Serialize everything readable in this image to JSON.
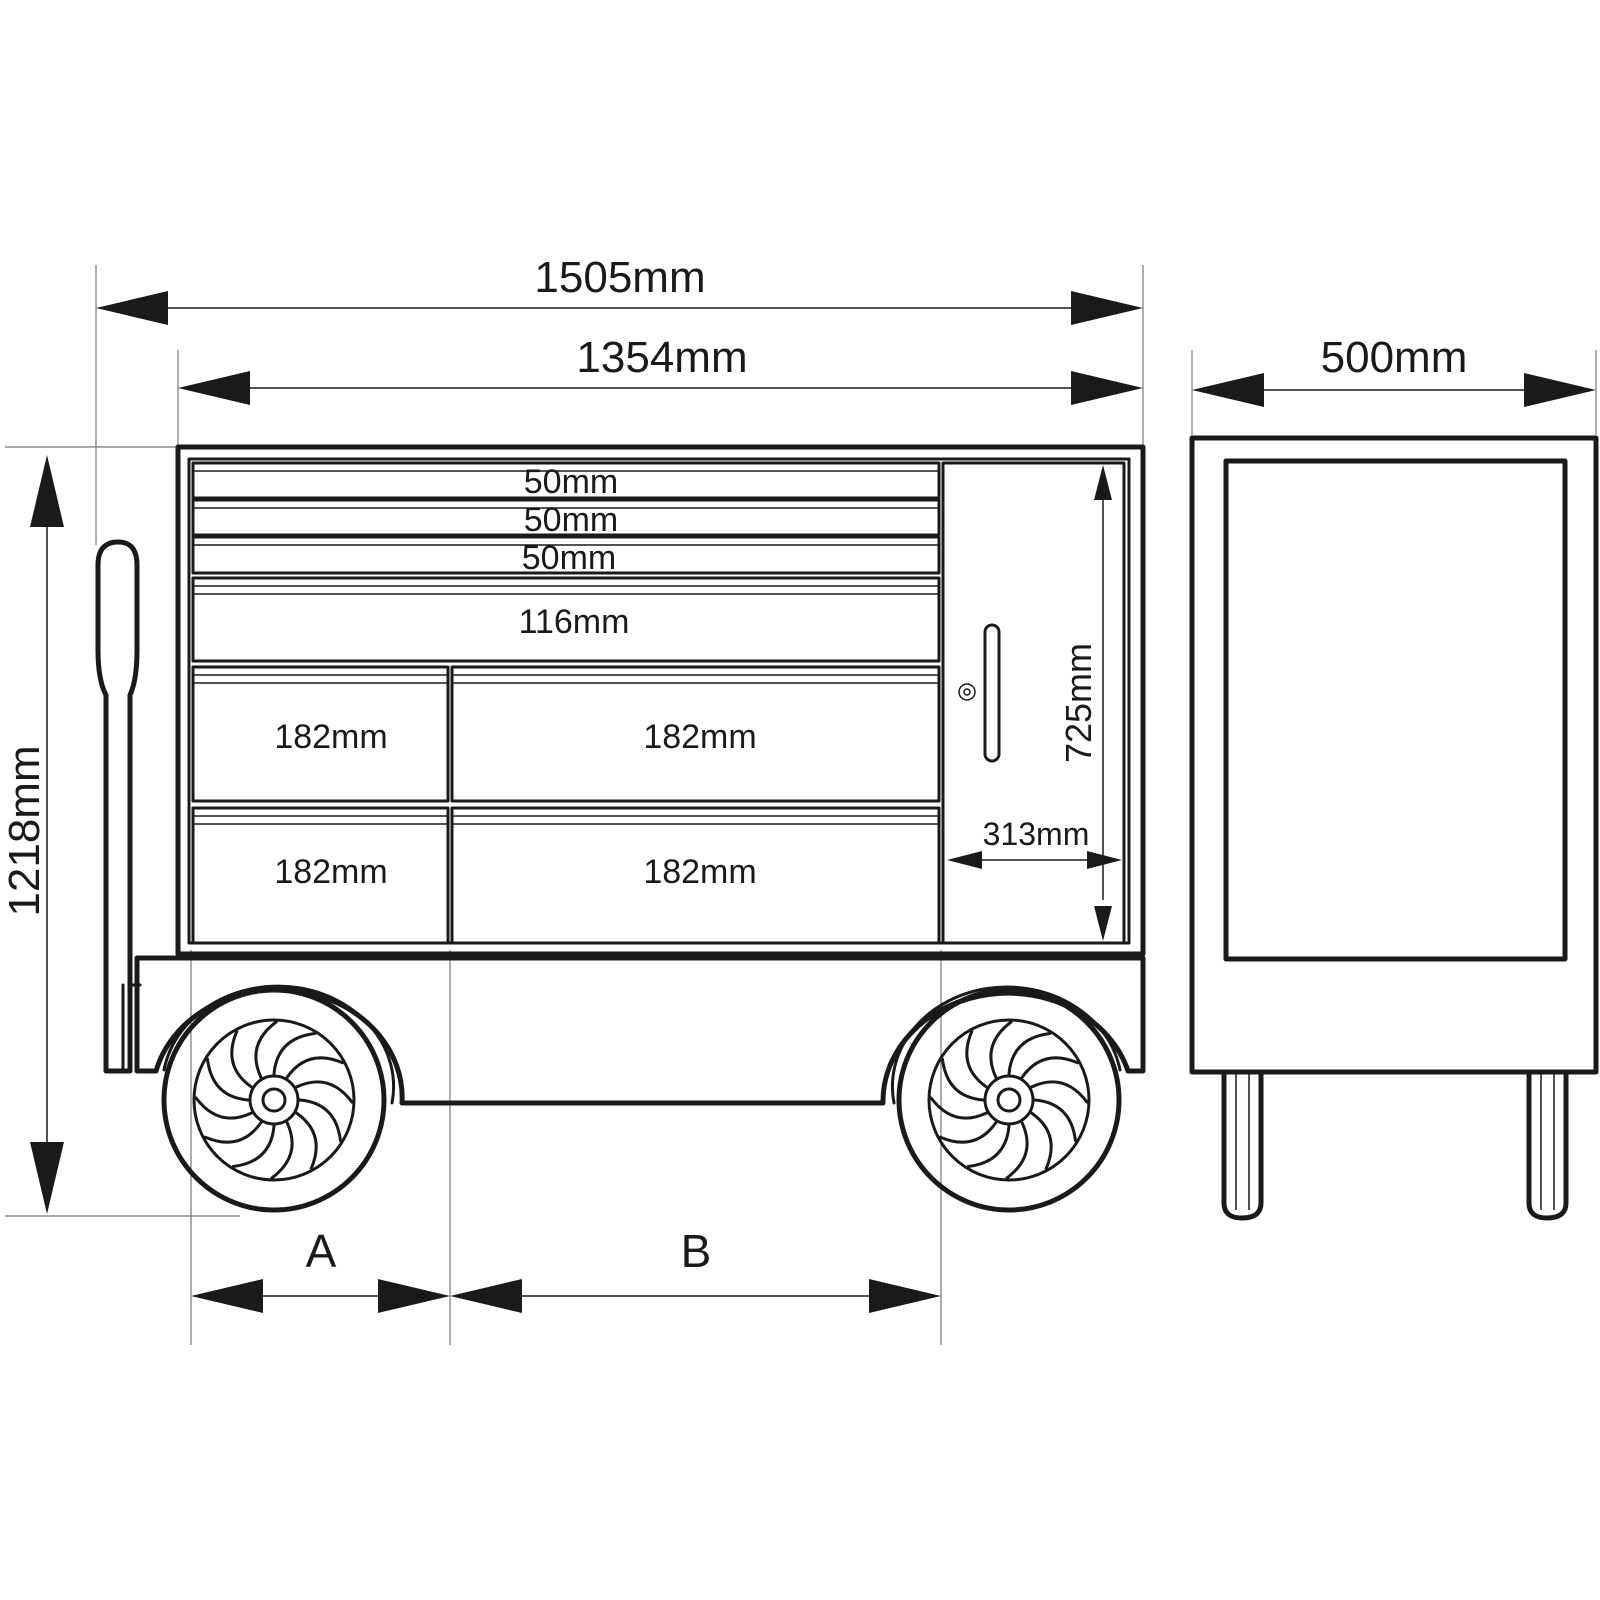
{
  "dimensions": {
    "overall_width": "1505mm",
    "body_width": "1354mm",
    "depth": "500mm",
    "overall_height": "1218mm",
    "cabinet_height": "725mm",
    "cabinet_width": "313mm"
  },
  "drawers": {
    "d1": "50mm",
    "d2": "50mm",
    "d3": "50mm",
    "d4": "116mm",
    "d5_left": "182mm",
    "d5_right": "182mm",
    "d6_left": "182mm",
    "d6_right": "182mm"
  },
  "bottom_labels": {
    "a": "A",
    "b": "B"
  },
  "colors": {
    "line": "#1a1a1a",
    "extension_line": "#777777",
    "background": "#ffffff"
  }
}
